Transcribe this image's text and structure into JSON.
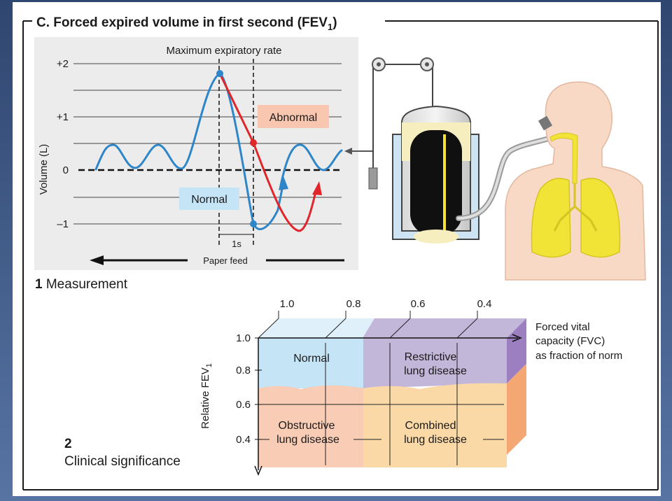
{
  "frame": {
    "section_letter": "C.",
    "section_title": "Forced expired volume in first second (FEV",
    "section_title_sub": "1",
    "section_title_end": ")"
  },
  "measurement": {
    "panel_label_num": "1",
    "panel_label": "Measurement",
    "chart_title": "Maximum expiratory rate",
    "y_axis_label": "Volume (L)",
    "y_ticks": [
      "+2",
      "+1",
      "0",
      "–1"
    ],
    "abnormal_label": "Abnormal",
    "normal_label": "Normal",
    "time_marker": "1s",
    "paper_feed": "Paper feed"
  },
  "clinical": {
    "panel_label_num": "2",
    "panel_label": "Clinical significance",
    "top_ticks": [
      "1.0",
      "0.8",
      "0.6",
      "0.4"
    ],
    "left_ticks": [
      "1.0",
      "0.8",
      "0.6",
      "0.4"
    ],
    "y_axis_label": "Relative FEV",
    "y_axis_label_sub": "1",
    "x_axis_label_lines": [
      "Forced vital",
      "capacity (FVC)",
      "as fraction of norm"
    ],
    "quadrants": {
      "normal": [
        "Normal"
      ],
      "restrictive": [
        "Restrictive",
        "lung disease"
      ],
      "obstructive": [
        "Obstructive",
        "lung disease"
      ],
      "combined": [
        "Combined",
        "lung disease"
      ]
    }
  },
  "colors": {
    "background": "#3c5680",
    "normal_curve": "#2e86c8",
    "abnormal_curve": "#e0262a",
    "normal_fill": "#c5e4f5",
    "restrictive_fill": "#c2b7d9",
    "obstructive_fill": "#f8ccb5",
    "combined_fill": "#fbd9a6",
    "lung_yellow": "#f2e437",
    "skin": "#f8d9c5"
  }
}
